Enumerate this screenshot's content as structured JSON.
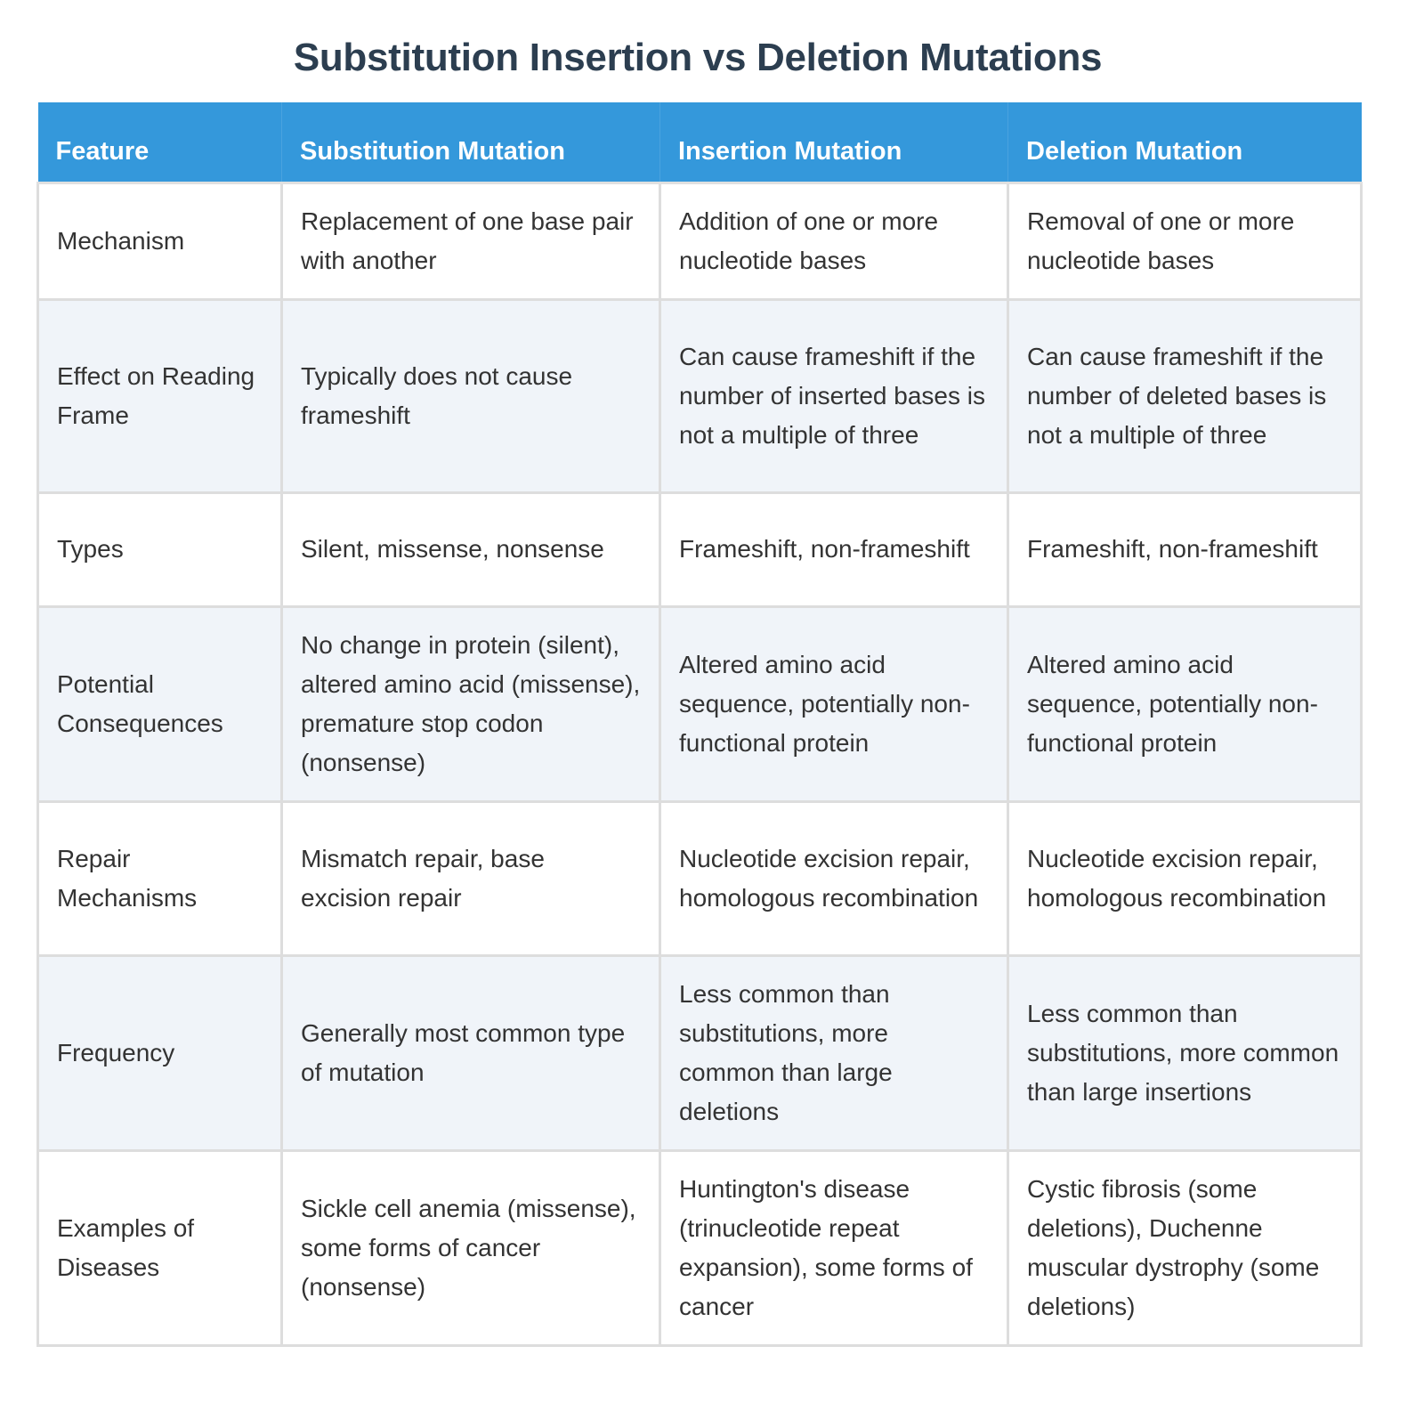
{
  "title": "Substitution Insertion vs Deletion Mutations",
  "colors": {
    "title": "#2c3e50",
    "header_bg": "#3498db",
    "header_text": "#ffffff",
    "row_alt_bg": "#f0f4f9",
    "border": "#dddddd",
    "body_text": "#333333"
  },
  "table": {
    "headers": [
      "Feature",
      "Substitution Mutation",
      "Insertion Mutation",
      "Deletion Mutation"
    ],
    "rows": [
      {
        "feature": "Mechanism",
        "substitution": "Replacement of one base pair with another",
        "insertion": "Addition of one or more nucleotide bases",
        "deletion": "Removal of one or more nucleotide bases"
      },
      {
        "feature": "Effect on Reading Frame",
        "substitution": "Typically does not cause frameshift",
        "insertion": "Can cause frameshift if the number of inserted bases is not a multiple of three",
        "deletion": "Can cause frameshift if the number of deleted bases is not a multiple of three"
      },
      {
        "feature": "Types",
        "substitution": "Silent, missense, nonsense",
        "insertion": "Frameshift, non-frameshift",
        "deletion": "Frameshift, non-frameshift"
      },
      {
        "feature": "Potential Consequences",
        "substitution": "No change in protein (silent), altered amino acid (missense), premature stop codon (nonsense)",
        "insertion": "Altered amino acid sequence, potentially non-functional protein",
        "deletion": "Altered amino acid sequence, potentially non-functional protein"
      },
      {
        "feature": "Repair Mechanisms",
        "substitution": "Mismatch repair, base excision repair",
        "insertion": "Nucleotide excision repair, homologous recombination",
        "deletion": "Nucleotide excision repair, homologous recombination"
      },
      {
        "feature": "Frequency",
        "substitution": "Generally most common type of mutation",
        "insertion": "Less common than substitutions, more common than large deletions",
        "deletion": "Less common than substitutions, more common than large insertions"
      },
      {
        "feature": "Examples of Diseases",
        "substitution": "Sickle cell anemia (missense), some forms of cancer (nonsense)",
        "insertion": "Huntington's disease (trinucleotide repeat expansion), some forms of cancer",
        "deletion": "Cystic fibrosis (some deletions), Duchenne muscular dystrophy (some deletions)"
      }
    ]
  }
}
